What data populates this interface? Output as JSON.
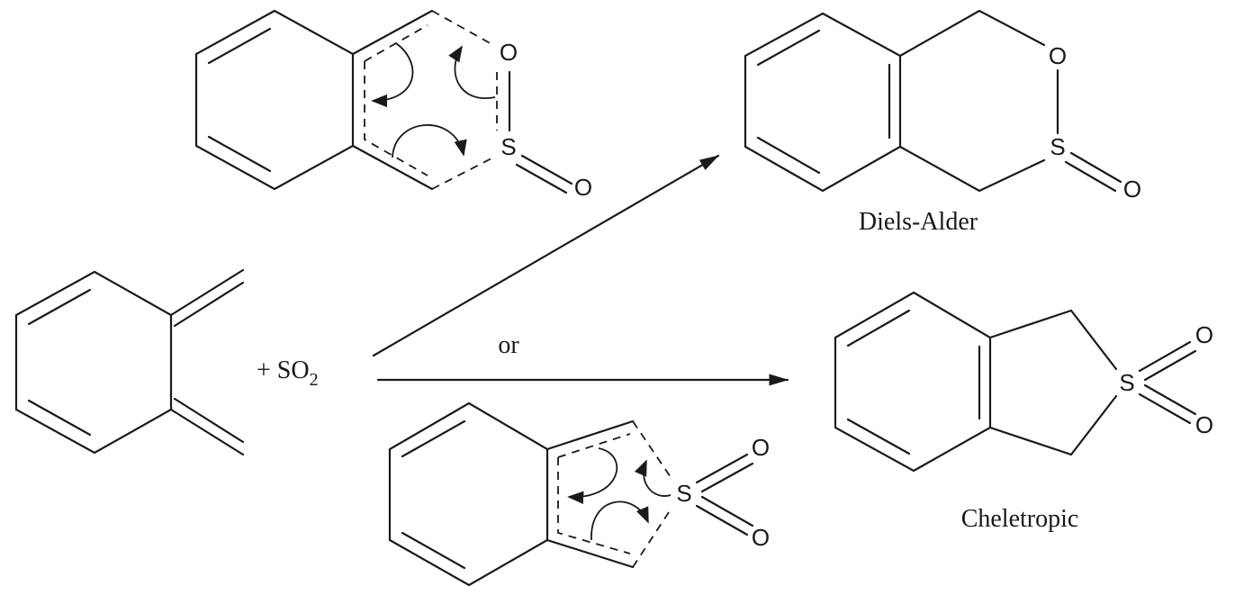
{
  "atoms": {
    "oxygen": "O",
    "sulfur": "S"
  },
  "reagent": {
    "prefix": "+ SO",
    "subscript": "2"
  },
  "connector": "or",
  "products": {
    "top_label": "Diels-Alder",
    "bottom_label": "Cheletropic"
  }
}
